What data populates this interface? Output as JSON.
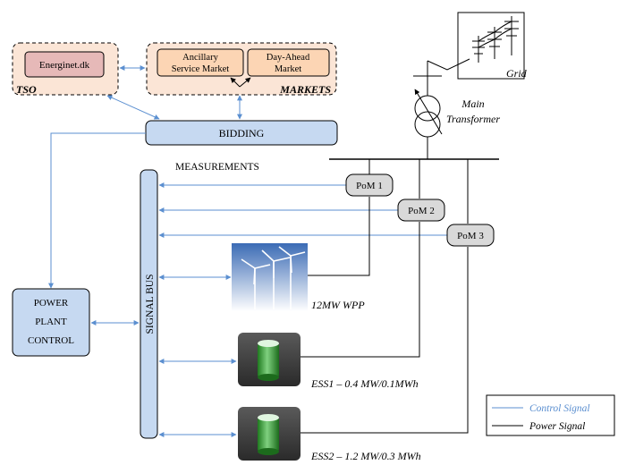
{
  "tso": {
    "label": "TSO",
    "entity": "Energinet.dk"
  },
  "markets": {
    "label": "MARKETS",
    "ancillary": [
      "Ancillary",
      "Service Market"
    ],
    "dayahead": [
      "Day-Ahead",
      "Market"
    ]
  },
  "bidding": "BIDDING",
  "measurements": "MEASUREMENTS",
  "signal_bus": "SIGNAL BUS",
  "ppc": [
    "POWER",
    "PLANT",
    "CONTROL"
  ],
  "pom": [
    "PoM 1",
    "PoM 2",
    "PoM 3"
  ],
  "grid": "Grid",
  "transformer": [
    "Main",
    "Transformer"
  ],
  "assets": {
    "wpp": "12MW WPP",
    "ess1": "ESS1 – 0.4 MW/0.1MWh",
    "ess2": "ESS2 – 1.2 MW/0.3 MWh"
  },
  "legend": {
    "control": "Control Signal",
    "power": "Power Signal"
  },
  "colors": {
    "control": "#5b8fd0",
    "power": "#000000",
    "box_blue": "#c6d9f1",
    "market_bg": "#fbe5d6",
    "tso_box": "#e6b9b8"
  }
}
